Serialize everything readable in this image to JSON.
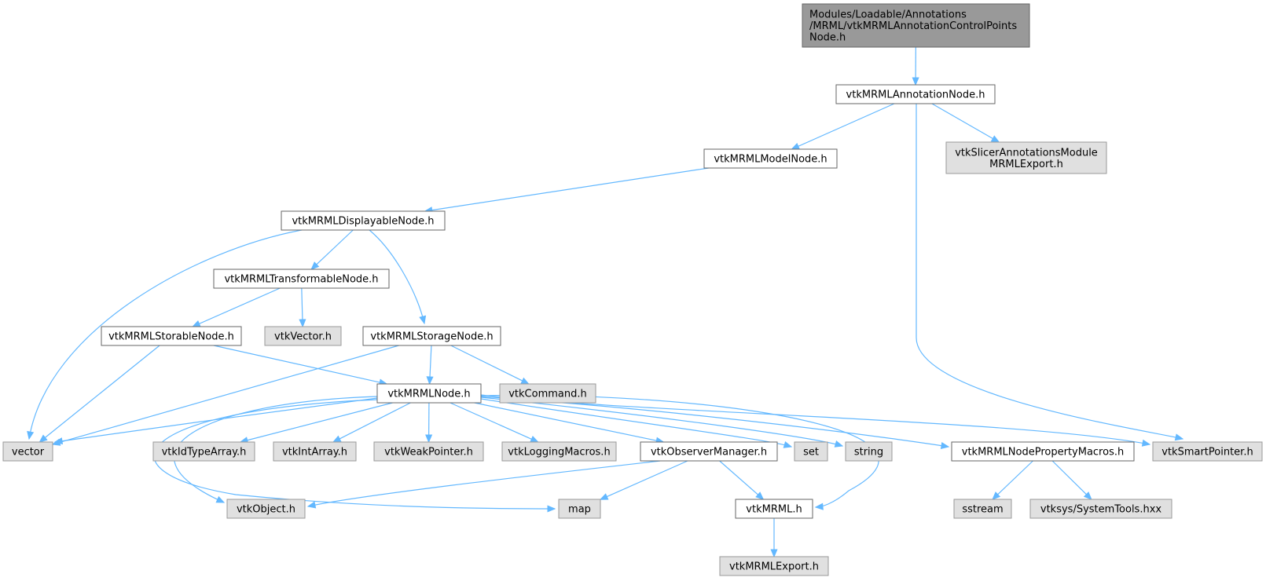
{
  "colors": {
    "root_fill": "#999999",
    "root_stroke": "#666666",
    "documented_fill": "#ffffff",
    "documented_stroke": "#666666",
    "external_fill": "#e0e0e0",
    "external_stroke": "#999999",
    "edge": "#63b8ff"
  },
  "nodes": [
    {
      "id": "root",
      "kind": "root",
      "lines": [
        "Modules/Loadable/Annotations",
        "/MRML/vtkMRMLAnnotationControlPoints",
        "Node.h"
      ]
    },
    {
      "id": "annotation_node",
      "kind": "documented",
      "lines": [
        "vtkMRMLAnnotationNode.h"
      ]
    },
    {
      "id": "model_node",
      "kind": "documented",
      "lines": [
        "vtkMRMLModelNode.h"
      ]
    },
    {
      "id": "slicer_export",
      "kind": "external",
      "lines": [
        "vtkSlicerAnnotationsModule",
        "MRMLExport.h"
      ]
    },
    {
      "id": "displayable_node",
      "kind": "documented",
      "lines": [
        "vtkMRMLDisplayableNode.h"
      ]
    },
    {
      "id": "transformable_node",
      "kind": "documented",
      "lines": [
        "vtkMRMLTransformableNode.h"
      ]
    },
    {
      "id": "storable_node",
      "kind": "documented",
      "lines": [
        "vtkMRMLStorableNode.h"
      ]
    },
    {
      "id": "vtkvector",
      "kind": "external",
      "lines": [
        "vtkVector.h"
      ]
    },
    {
      "id": "storage_node",
      "kind": "documented",
      "lines": [
        "vtkMRMLStorageNode.h"
      ]
    },
    {
      "id": "mrml_node",
      "kind": "documented",
      "lines": [
        "vtkMRMLNode.h"
      ]
    },
    {
      "id": "vtkcommand",
      "kind": "external",
      "lines": [
        "vtkCommand.h"
      ]
    },
    {
      "id": "vector",
      "kind": "external",
      "lines": [
        "vector"
      ]
    },
    {
      "id": "idtypearray",
      "kind": "external",
      "lines": [
        "vtkIdTypeArray.h"
      ]
    },
    {
      "id": "intarray",
      "kind": "external",
      "lines": [
        "vtkIntArray.h"
      ]
    },
    {
      "id": "weakpointer",
      "kind": "external",
      "lines": [
        "vtkWeakPointer.h"
      ]
    },
    {
      "id": "loggingmacros",
      "kind": "external",
      "lines": [
        "vtkLoggingMacros.h"
      ]
    },
    {
      "id": "observermanager",
      "kind": "documented",
      "lines": [
        "vtkObserverManager.h"
      ]
    },
    {
      "id": "set",
      "kind": "external",
      "lines": [
        "set"
      ]
    },
    {
      "id": "string",
      "kind": "external",
      "lines": [
        "string"
      ]
    },
    {
      "id": "nodepropertymacros",
      "kind": "documented",
      "lines": [
        "vtkMRMLNodePropertyMacros.h"
      ]
    },
    {
      "id": "smartpointer",
      "kind": "external",
      "lines": [
        "vtkSmartPointer.h"
      ]
    },
    {
      "id": "vtkobject",
      "kind": "external",
      "lines": [
        "vtkObject.h"
      ]
    },
    {
      "id": "map",
      "kind": "external",
      "lines": [
        "map"
      ]
    },
    {
      "id": "vtkmrml",
      "kind": "documented",
      "lines": [
        "vtkMRML.h"
      ]
    },
    {
      "id": "sstream",
      "kind": "external",
      "lines": [
        "sstream"
      ]
    },
    {
      "id": "systemtools",
      "kind": "external",
      "lines": [
        "vtksys/SystemTools.hxx"
      ]
    },
    {
      "id": "mrmlexport",
      "kind": "external",
      "lines": [
        "vtkMRMLExport.h"
      ]
    }
  ],
  "edges": [
    [
      "root",
      "annotation_node"
    ],
    [
      "annotation_node",
      "model_node"
    ],
    [
      "annotation_node",
      "slicer_export"
    ],
    [
      "annotation_node",
      "smartpointer"
    ],
    [
      "model_node",
      "displayable_node"
    ],
    [
      "displayable_node",
      "transformable_node"
    ],
    [
      "displayable_node",
      "storage_node"
    ],
    [
      "displayable_node",
      "vector"
    ],
    [
      "transformable_node",
      "storable_node"
    ],
    [
      "transformable_node",
      "vtkvector"
    ],
    [
      "storable_node",
      "mrml_node"
    ],
    [
      "storable_node",
      "vector"
    ],
    [
      "storage_node",
      "mrml_node"
    ],
    [
      "storage_node",
      "vtkcommand"
    ],
    [
      "storage_node",
      "vector"
    ],
    [
      "mrml_node",
      "vector"
    ],
    [
      "mrml_node",
      "idtypearray"
    ],
    [
      "mrml_node",
      "intarray"
    ],
    [
      "mrml_node",
      "weakpointer"
    ],
    [
      "mrml_node",
      "loggingmacros"
    ],
    [
      "mrml_node",
      "observermanager"
    ],
    [
      "mrml_node",
      "set"
    ],
    [
      "mrml_node",
      "string"
    ],
    [
      "mrml_node",
      "nodepropertymacros"
    ],
    [
      "mrml_node",
      "smartpointer"
    ],
    [
      "mrml_node",
      "vtkobject"
    ],
    [
      "mrml_node",
      "map"
    ],
    [
      "mrml_node",
      "vtkmrml"
    ],
    [
      "observermanager",
      "vtkobject"
    ],
    [
      "observermanager",
      "map"
    ],
    [
      "observermanager",
      "vtkmrml"
    ],
    [
      "nodepropertymacros",
      "sstream"
    ],
    [
      "nodepropertymacros",
      "systemtools"
    ],
    [
      "vtkmrml",
      "mrmlexport"
    ]
  ]
}
